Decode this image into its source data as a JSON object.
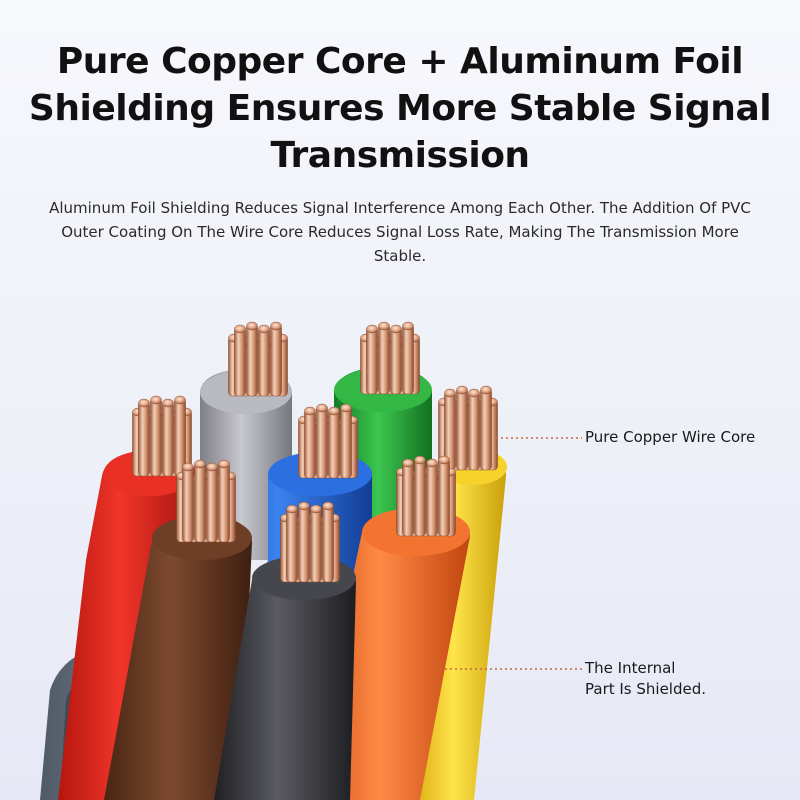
{
  "heading": {
    "title": "Pure Copper Core + Aluminum Foil Shielding Ensures More Stable Signal Transmission",
    "subtitle": "Aluminum Foil Shielding Reduces Signal Interference Among Each Other. The Addition Of PVC Outer Coating On The Wire Core Reduces Signal Loss Rate, Making The Transmission More Stable."
  },
  "callouts": {
    "copper_core": "Pure Copper Wire Core",
    "shield_line1": "The Internal",
    "shield_line2": "Part Is Shielded."
  },
  "wires": [
    {
      "name": "red-wire",
      "color": "#e0241c"
    },
    {
      "name": "brown-wire",
      "color": "#6a3a22"
    },
    {
      "name": "gray-wire",
      "color": "#a7a8ae"
    },
    {
      "name": "blue-wire",
      "color": "#1f63d6"
    },
    {
      "name": "black-wire",
      "color": "#3a3b40"
    },
    {
      "name": "green-wire",
      "color": "#27a83a"
    },
    {
      "name": "orange-wire",
      "color": "#ef6a24"
    },
    {
      "name": "yellow-wire",
      "color": "#f4c814"
    }
  ],
  "colors": {
    "copper": "#c9896a",
    "copper_light": "#f3cfb8",
    "callout_line": "#c46a3c"
  }
}
